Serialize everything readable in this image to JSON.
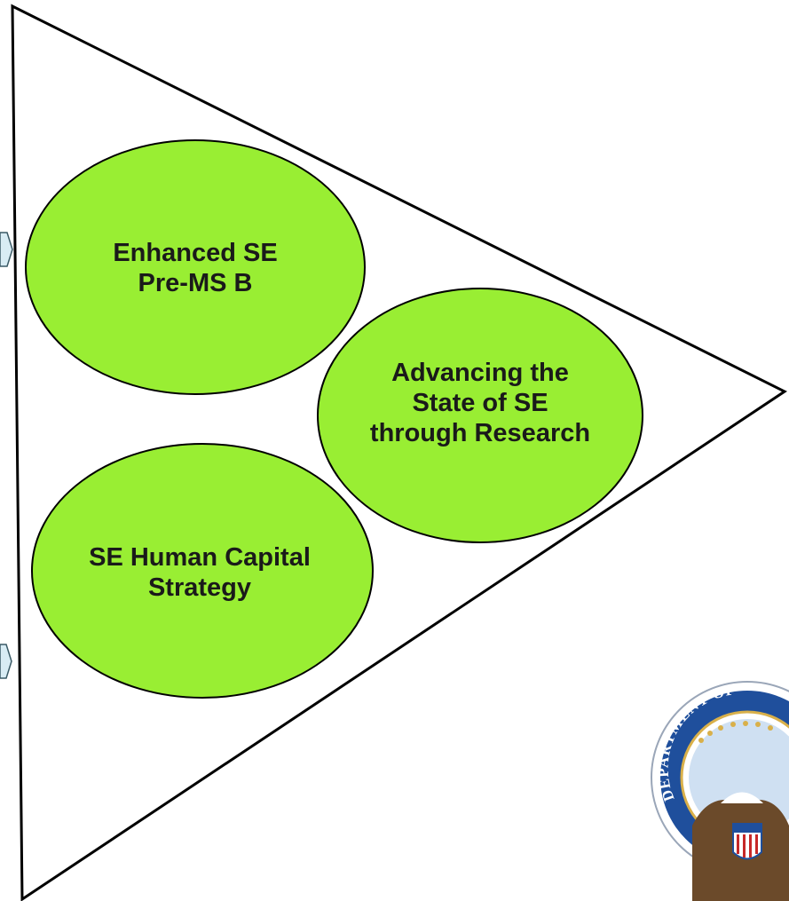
{
  "diagram": {
    "bubbles": [
      {
        "id": "enhanced-se",
        "lines": [
          "Enhanced SE",
          "Pre-MS B"
        ]
      },
      {
        "id": "advancing-state",
        "lines": [
          "Advancing the",
          "State of SE",
          "through Research"
        ]
      },
      {
        "id": "human-capital",
        "lines": [
          "SE Human Capital",
          "Strategy"
        ]
      }
    ]
  },
  "seal": {
    "text": "DEPARTMENT OF"
  },
  "colors": {
    "bubble_fill": "#99ee33",
    "outline": "#000000",
    "arrow_fill": "#d8ecf4",
    "seal_blue": "#1f4f9c",
    "seal_gold": "#d9b04a"
  }
}
